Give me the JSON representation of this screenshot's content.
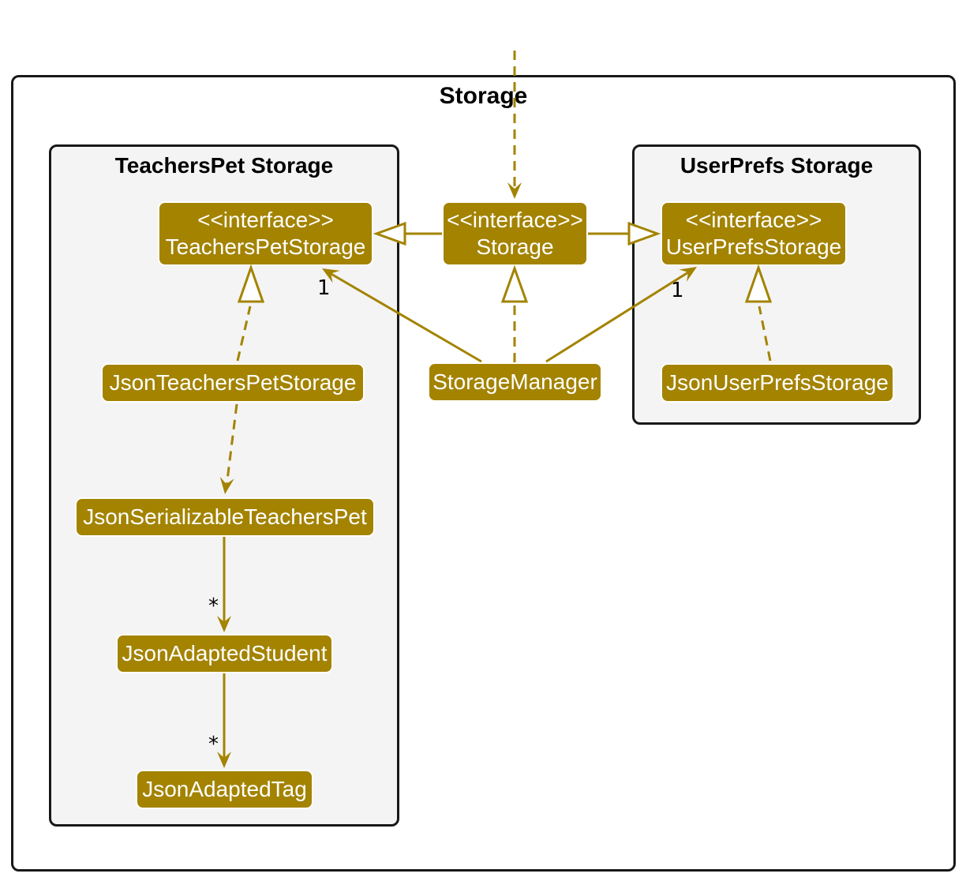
{
  "diagram": {
    "frame_title": "Storage",
    "colors": {
      "node_fill": "#A38300",
      "node_text": "#FFFFFF",
      "edge": "#A38300",
      "package_fill": "#F4F4F4",
      "package_border": "#181818",
      "frame_border": "#181818",
      "frame_fill": "#FFFFFF",
      "label_text": "#000000"
    },
    "packages": [
      {
        "title": "TeachersPet Storage"
      },
      {
        "title": "UserPrefs Storage"
      }
    ],
    "nodes": [
      {
        "stereotype": "<<interface>>",
        "name": "TeachersPetStorage"
      },
      {
        "stereotype": "<<interface>>",
        "name": "Storage"
      },
      {
        "stereotype": "<<interface>>",
        "name": "UserPrefsStorage"
      },
      {
        "name": "JsonTeachersPetStorage"
      },
      {
        "name": "StorageManager"
      },
      {
        "name": "JsonUserPrefsStorage"
      },
      {
        "name": "JsonSerializableTeachersPet"
      },
      {
        "name": "JsonAdaptedStudent"
      },
      {
        "name": "JsonAdaptedTag"
      }
    ],
    "multiplicities": {
      "storagemanager_teacherspetstorage": "1",
      "storagemanager_userprefsstorage": "1",
      "serializable_students": "*",
      "student_tags": "*"
    }
  }
}
